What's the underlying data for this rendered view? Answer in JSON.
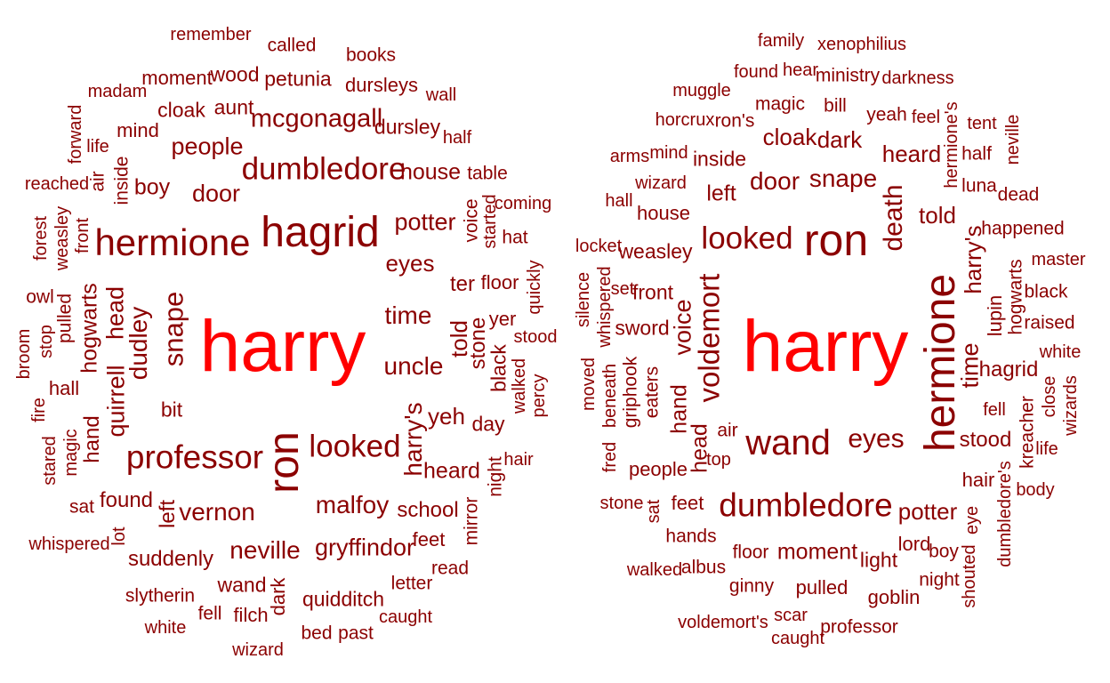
{
  "colors": {
    "accent": "#ff0000",
    "primary": "#8b0000",
    "background": "#ffffff"
  },
  "clouds": [
    {
      "name": "left",
      "words": [
        {
          "t": "harry",
          "w": 100,
          "c": "accent"
        },
        {
          "t": "hagrid",
          "w": 40
        },
        {
          "t": "ron",
          "w": 40
        },
        {
          "t": "hermione",
          "w": 34
        },
        {
          "t": "dumbledore",
          "w": 26
        },
        {
          "t": "professor",
          "w": 28
        },
        {
          "t": "looked",
          "w": 26
        },
        {
          "t": "snape",
          "w": 22
        },
        {
          "t": "mcgonagall",
          "w": 20
        },
        {
          "t": "vernon",
          "w": 19
        },
        {
          "t": "malfoy",
          "w": 19
        },
        {
          "t": "neville",
          "w": 19
        },
        {
          "t": "dudley",
          "w": 19
        },
        {
          "t": "uncle",
          "w": 19
        },
        {
          "t": "time",
          "w": 19
        },
        {
          "t": "harry's",
          "w": 19
        },
        {
          "t": "quirrell",
          "w": 18
        },
        {
          "t": "head",
          "w": 18
        },
        {
          "t": "gryffindor",
          "w": 18
        },
        {
          "t": "people",
          "w": 18
        },
        {
          "t": "door",
          "w": 18
        },
        {
          "t": "potter",
          "w": 18
        },
        {
          "t": "eyes",
          "w": 17
        },
        {
          "t": "yeh",
          "w": 17
        },
        {
          "t": "heard",
          "w": 16
        },
        {
          "t": "told",
          "w": 17
        },
        {
          "t": "hogwarts",
          "w": 16
        },
        {
          "t": "boy",
          "w": 16
        },
        {
          "t": "house",
          "w": 16
        },
        {
          "t": "suddenly",
          "w": 15
        },
        {
          "t": "stone",
          "w": 15
        },
        {
          "t": "ter",
          "w": 15
        },
        {
          "t": "school",
          "w": 15
        },
        {
          "t": "aunt",
          "w": 14
        },
        {
          "t": "petunia",
          "w": 14
        },
        {
          "t": "dursley",
          "w": 14
        },
        {
          "t": "dursleys",
          "w": 13
        },
        {
          "t": "wood",
          "w": 14
        },
        {
          "t": "cloak",
          "w": 14
        },
        {
          "t": "moment",
          "w": 13
        },
        {
          "t": "hand",
          "w": 15
        },
        {
          "t": "found",
          "w": 15
        },
        {
          "t": "left",
          "w": 15
        },
        {
          "t": "wand",
          "w": 14
        },
        {
          "t": "quidditch",
          "w": 14
        },
        {
          "t": "bit",
          "w": 14
        },
        {
          "t": "day",
          "w": 14
        },
        {
          "t": "black",
          "w": 14
        },
        {
          "t": "mirror",
          "w": 12
        },
        {
          "t": "night",
          "w": 12
        },
        {
          "t": "mind",
          "w": 13
        },
        {
          "t": "feet",
          "w": 13
        },
        {
          "t": "hall",
          "w": 13
        },
        {
          "t": "dark",
          "w": 13
        },
        {
          "t": "floor",
          "w": 13
        },
        {
          "t": "yer",
          "w": 13
        },
        {
          "t": "filch",
          "w": 13
        },
        {
          "t": "fell",
          "w": 12
        },
        {
          "t": "bed",
          "w": 12
        },
        {
          "t": "past",
          "w": 12
        },
        {
          "t": "sat",
          "w": 12
        },
        {
          "t": "slytherin",
          "w": 12
        },
        {
          "t": "voice",
          "w": 12
        },
        {
          "t": "started",
          "w": 11
        },
        {
          "t": "letter",
          "w": 12
        },
        {
          "t": "read",
          "w": 12
        },
        {
          "t": "table",
          "w": 12
        },
        {
          "t": "called",
          "w": 12
        },
        {
          "t": "books",
          "w": 12
        },
        {
          "t": "remember",
          "w": 11
        },
        {
          "t": "magic",
          "w": 11
        },
        {
          "t": "caught",
          "w": 11
        },
        {
          "t": "wizard",
          "w": 11
        },
        {
          "t": "white",
          "w": 11
        },
        {
          "t": "lot",
          "w": 11
        },
        {
          "t": "whispered",
          "w": 11
        },
        {
          "t": "stared",
          "w": 10
        },
        {
          "t": "fire",
          "w": 10
        },
        {
          "t": "broom",
          "w": 10
        },
        {
          "t": "stop",
          "w": 11
        },
        {
          "t": "owl",
          "w": 12
        },
        {
          "t": "pulled",
          "w": 12
        },
        {
          "t": "reached",
          "w": 11
        },
        {
          "t": "inside",
          "w": 12
        },
        {
          "t": "air",
          "w": 12
        },
        {
          "t": "life",
          "w": 11
        },
        {
          "t": "forward",
          "w": 10
        },
        {
          "t": "madam",
          "w": 11
        },
        {
          "t": "forest",
          "w": 10
        },
        {
          "t": "weasley",
          "w": 11
        },
        {
          "t": "front",
          "w": 11
        },
        {
          "t": "wall",
          "w": 11
        },
        {
          "t": "half",
          "w": 11
        },
        {
          "t": "coming",
          "w": 11
        },
        {
          "t": "hat",
          "w": 12
        },
        {
          "t": "quickly",
          "w": 11
        },
        {
          "t": "stood",
          "w": 11
        },
        {
          "t": "walked",
          "w": 11
        },
        {
          "t": "percy",
          "w": 10
        },
        {
          "t": "hair",
          "w": 11
        }
      ]
    },
    {
      "name": "right",
      "words": [
        {
          "t": "harry",
          "w": 100,
          "c": "accent"
        },
        {
          "t": "ron",
          "w": 42
        },
        {
          "t": "hermione",
          "w": 40
        },
        {
          "t": "wand",
          "w": 32
        },
        {
          "t": "dumbledore",
          "w": 28
        },
        {
          "t": "looked",
          "w": 26
        },
        {
          "t": "voldemort",
          "w": 24
        },
        {
          "t": "eyes",
          "w": 21
        },
        {
          "t": "death",
          "w": 21
        },
        {
          "t": "snape",
          "w": 19
        },
        {
          "t": "door",
          "w": 19
        },
        {
          "t": "cloak",
          "w": 17
        },
        {
          "t": "dark",
          "w": 17
        },
        {
          "t": "heard",
          "w": 17
        },
        {
          "t": "told",
          "w": 17
        },
        {
          "t": "harry's",
          "w": 17
        },
        {
          "t": "time",
          "w": 18
        },
        {
          "t": "voice",
          "w": 18
        },
        {
          "t": "potter",
          "w": 17
        },
        {
          "t": "moment",
          "w": 16
        },
        {
          "t": "hagrid",
          "w": 15
        },
        {
          "t": "hand",
          "w": 16
        },
        {
          "t": "head",
          "w": 16
        },
        {
          "t": "left",
          "w": 16
        },
        {
          "t": "stood",
          "w": 15
        },
        {
          "t": "front",
          "w": 14
        },
        {
          "t": "sword",
          "w": 14
        },
        {
          "t": "inside",
          "w": 14
        },
        {
          "t": "light",
          "w": 14
        },
        {
          "t": "feet",
          "w": 13
        },
        {
          "t": "pulled",
          "w": 13
        },
        {
          "t": "people",
          "w": 13
        },
        {
          "t": "lupin",
          "w": 13
        },
        {
          "t": "lord",
          "w": 13
        },
        {
          "t": "goblin",
          "w": 13
        },
        {
          "t": "weasley",
          "w": 14
        },
        {
          "t": "house",
          "w": 13
        },
        {
          "t": "hair",
          "w": 13
        },
        {
          "t": "magic",
          "w": 12
        },
        {
          "t": "yeah",
          "w": 12
        },
        {
          "t": "air",
          "w": 12
        },
        {
          "t": "ron's",
          "w": 12
        },
        {
          "t": "ginny",
          "w": 12
        },
        {
          "t": "professor",
          "w": 12
        },
        {
          "t": "floor",
          "w": 12
        },
        {
          "t": "boy",
          "w": 12
        },
        {
          "t": "hogwarts",
          "w": 12
        },
        {
          "t": "griphook",
          "w": 12
        },
        {
          "t": "eaters",
          "w": 12
        },
        {
          "t": "luna",
          "w": 12
        },
        {
          "t": "kreacher",
          "w": 12
        },
        {
          "t": "hermione's",
          "w": 11
        },
        {
          "t": "dumbledore's",
          "w": 11
        },
        {
          "t": "half",
          "w": 12
        },
        {
          "t": "raised",
          "w": 12
        },
        {
          "t": "black",
          "w": 12
        },
        {
          "t": "happened",
          "w": 12
        },
        {
          "t": "dead",
          "w": 12
        },
        {
          "t": "bill",
          "w": 12
        },
        {
          "t": "ministry",
          "w": 12
        },
        {
          "t": "darkness",
          "w": 11
        },
        {
          "t": "xenophilius",
          "w": 11
        },
        {
          "t": "hear",
          "w": 11
        },
        {
          "t": "found",
          "w": 11
        },
        {
          "t": "family",
          "w": 10
        },
        {
          "t": "muggle",
          "w": 11
        },
        {
          "t": "horcrux",
          "w": 11
        },
        {
          "t": "feel",
          "w": 11
        },
        {
          "t": "tent",
          "w": 11
        },
        {
          "t": "neville",
          "w": 10
        },
        {
          "t": "mind",
          "w": 11
        },
        {
          "t": "arms",
          "w": 10
        },
        {
          "t": "wizard",
          "w": 11
        },
        {
          "t": "hall",
          "w": 10
        },
        {
          "t": "locket",
          "w": 10
        },
        {
          "t": "silence",
          "w": 10
        },
        {
          "t": "whispered",
          "w": 11
        },
        {
          "t": "set",
          "w": 10
        },
        {
          "t": "moved",
          "w": 10
        },
        {
          "t": "beneath",
          "w": 10
        },
        {
          "t": "fred",
          "w": 10
        },
        {
          "t": "top",
          "w": 10
        },
        {
          "t": "stone",
          "w": 11
        },
        {
          "t": "sat",
          "w": 11
        },
        {
          "t": "hands",
          "w": 12
        },
        {
          "t": "albus",
          "w": 12
        },
        {
          "t": "walked",
          "w": 11
        },
        {
          "t": "scar",
          "w": 11
        },
        {
          "t": "caught",
          "w": 11
        },
        {
          "t": "voldemort's",
          "w": 11
        },
        {
          "t": "night",
          "w": 12
        },
        {
          "t": "shouted",
          "w": 10
        },
        {
          "t": "eye",
          "w": 10
        },
        {
          "t": "body",
          "w": 10
        },
        {
          "t": "life",
          "w": 11
        },
        {
          "t": "fell",
          "w": 11
        },
        {
          "t": "close",
          "w": 10
        },
        {
          "t": "wizards",
          "w": 10
        },
        {
          "t": "white",
          "w": 11
        },
        {
          "t": "master",
          "w": 11
        }
      ]
    }
  ]
}
